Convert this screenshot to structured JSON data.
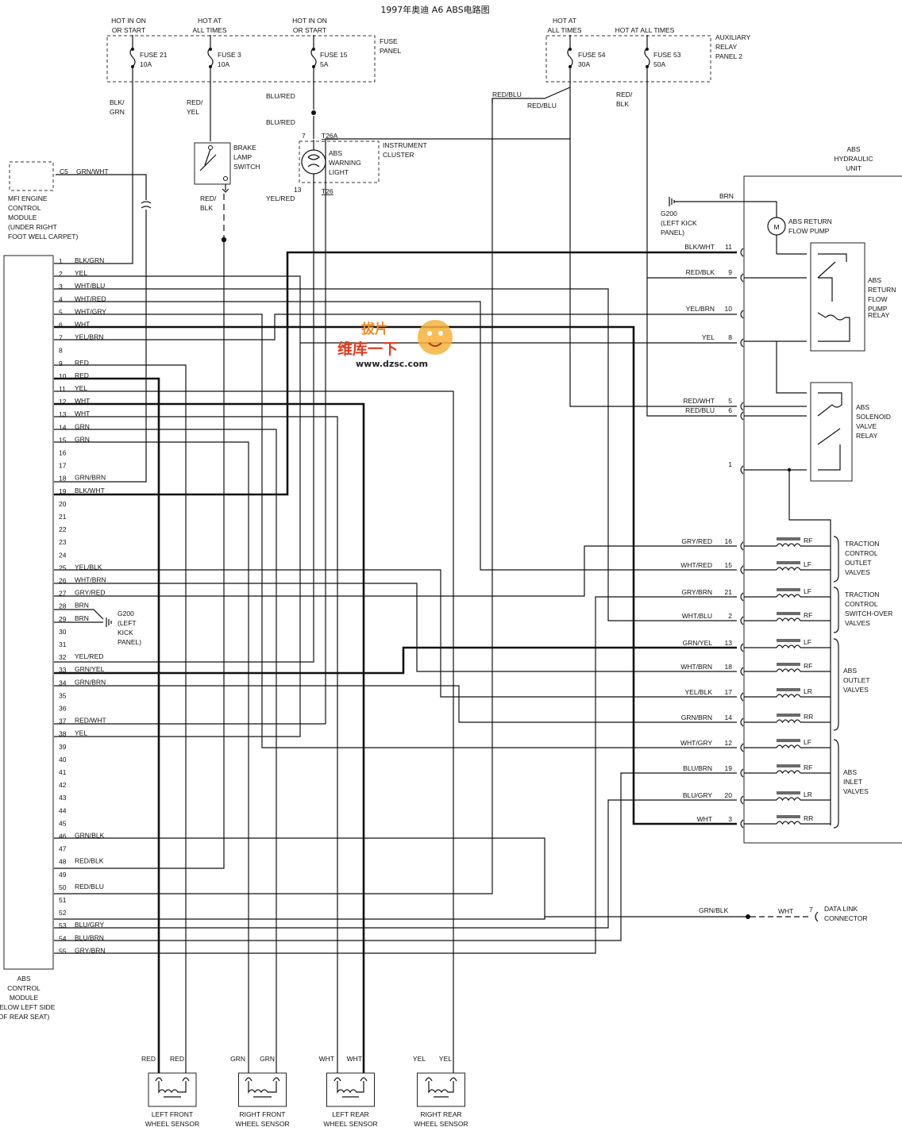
{
  "title": "1997年奥迪  A6  ABS电路图",
  "fuse_panel": {
    "label": [
      "FUSE",
      "PANEL"
    ],
    "fuses": [
      {
        "hot": [
          "HOT IN ON",
          "OR START"
        ],
        "name": "FUSE 21",
        "amps": "10A",
        "wire": [
          "BLK/",
          "GRN"
        ]
      },
      {
        "hot": [
          "HOT AT",
          "ALL TIMES"
        ],
        "name": "FUSE 3",
        "amps": "10A",
        "wire": [
          "RED/",
          "YEL"
        ]
      },
      {
        "hot": [
          "HOT IN ON",
          "OR START"
        ],
        "name": "FUSE 15",
        "amps": "5A",
        "wire": [
          "BLU/RED",
          "BLU/RED"
        ]
      }
    ]
  },
  "aux_panel": {
    "label": [
      "AUXILIARY",
      "RELAY",
      "PANEL 2"
    ],
    "hot1": [
      "HOT AT",
      "ALL TIMES"
    ],
    "hot2": "HOT AT ALL TIMES",
    "fuses": [
      {
        "name": "FUSE 54",
        "amps": "30A"
      },
      {
        "name": "FUSE 53",
        "amps": "50A"
      }
    ],
    "wires": [
      "RED/BLU",
      "RED/BLU",
      "RED/",
      "BLK"
    ]
  },
  "brake_switch": {
    "label": [
      "BRAKE",
      "LAMP",
      "SWITCH"
    ],
    "out_wire": [
      "RED/",
      "BLK"
    ]
  },
  "instrument": {
    "label": [
      "INSTRUMENT",
      "CLUSTER"
    ],
    "connector_top": "T26A",
    "pin_top": "7",
    "connector_bottom": "T26",
    "pin_bottom": "13",
    "light": [
      "ABS",
      "WARNING",
      "LIGHT"
    ],
    "out_wire": "YEL/RED"
  },
  "mfi": {
    "label": [
      "MFI ENGINE",
      "CONTROL",
      "MODULE",
      "(UNDER RIGHT",
      "FOOT WELL CARPET)"
    ],
    "pin": "C5",
    "wire": "GRN/WHT"
  },
  "abs_module": {
    "label": [
      "ABS",
      "CONTROL",
      "MODULE",
      "(BELOW LEFT SIDE",
      "OF REAR SEAT)"
    ],
    "pins": [
      {
        "n": "1",
        "w": "BLK/GRN"
      },
      {
        "n": "2",
        "w": "YEL"
      },
      {
        "n": "3",
        "w": "WHT/BLU"
      },
      {
        "n": "4",
        "w": "WHT/RED"
      },
      {
        "n": "5",
        "w": "WHT/GRY"
      },
      {
        "n": "6",
        "w": "WHT"
      },
      {
        "n": "7",
        "w": "YEL/BRN"
      },
      {
        "n": "8",
        "w": ""
      },
      {
        "n": "9",
        "w": "RED"
      },
      {
        "n": "10",
        "w": "RED"
      },
      {
        "n": "11",
        "w": "YEL"
      },
      {
        "n": "12",
        "w": "WHT"
      },
      {
        "n": "13",
        "w": "WHT"
      },
      {
        "n": "14",
        "w": "GRN"
      },
      {
        "n": "15",
        "w": "GRN"
      },
      {
        "n": "16",
        "w": ""
      },
      {
        "n": "17",
        "w": ""
      },
      {
        "n": "18",
        "w": "GRN/BRN"
      },
      {
        "n": "19",
        "w": "BLK/WHT"
      },
      {
        "n": "20",
        "w": ""
      },
      {
        "n": "21",
        "w": ""
      },
      {
        "n": "22",
        "w": ""
      },
      {
        "n": "23",
        "w": ""
      },
      {
        "n": "24",
        "w": ""
      },
      {
        "n": "25",
        "w": "YEL/BLK"
      },
      {
        "n": "26",
        "w": "WHT/BRN"
      },
      {
        "n": "27",
        "w": "GRY/RED"
      },
      {
        "n": "28",
        "w": "BRN"
      },
      {
        "n": "29",
        "w": "BRN"
      },
      {
        "n": "30",
        "w": ""
      },
      {
        "n": "31",
        "w": ""
      },
      {
        "n": "32",
        "w": "YEL/RED"
      },
      {
        "n": "33",
        "w": "GRN/YEL"
      },
      {
        "n": "34",
        "w": "GRN/BRN"
      },
      {
        "n": "35",
        "w": ""
      },
      {
        "n": "36",
        "w": ""
      },
      {
        "n": "37",
        "w": "RED/WHT"
      },
      {
        "n": "38",
        "w": "YEL"
      },
      {
        "n": "39",
        "w": ""
      },
      {
        "n": "40",
        "w": ""
      },
      {
        "n": "41",
        "w": ""
      },
      {
        "n": "42",
        "w": ""
      },
      {
        "n": "43",
        "w": ""
      },
      {
        "n": "44",
        "w": ""
      },
      {
        "n": "45",
        "w": ""
      },
      {
        "n": "46",
        "w": "GRN/BLK"
      },
      {
        "n": "47",
        "w": ""
      },
      {
        "n": "48",
        "w": "RED/BLK"
      },
      {
        "n": "49",
        "w": ""
      },
      {
        "n": "50",
        "w": "RED/BLU"
      },
      {
        "n": "51",
        "w": ""
      },
      {
        "n": "52",
        "w": ""
      },
      {
        "n": "53",
        "w": "BLU/GRY"
      },
      {
        "n": "54",
        "w": "BLU/BRN"
      },
      {
        "n": "55",
        "w": "GRY/BRN"
      }
    ],
    "ground": [
      "G200",
      "(LEFT",
      "KICK",
      "PANEL)"
    ]
  },
  "hydraulic_unit": {
    "label": [
      "ABS",
      "HYDRAULIC",
      "UNIT"
    ],
    "ground": [
      "G200",
      "(LEFT KICK",
      "PANEL)"
    ],
    "ground_wire": "BRN",
    "pump": "M",
    "pump_label": [
      "ABS RETURN",
      "FLOW PUMP"
    ],
    "return_relay": [
      "ABS",
      "RETURN",
      "FLOW",
      "PUMP",
      "RELAY"
    ],
    "solenoid_relay": [
      "ABS",
      "SOLENOID",
      "VALVE",
      "RELAY"
    ],
    "pins": [
      {
        "w": "BLK/WHT",
        "n": "11"
      },
      {
        "w": "RED/BLK",
        "n": "9"
      },
      {
        "w": "YEL/BRN",
        "n": "10"
      },
      {
        "w": "YEL",
        "n": "8"
      },
      {
        "w": "RED/WHT",
        "n": "5"
      },
      {
        "w": "RED/BLU",
        "n": "6"
      },
      {
        "w": "",
        "n": "1"
      }
    ],
    "valves": [
      {
        "w": "GRY/RED",
        "n": "16",
        "pos": "RF"
      },
      {
        "w": "WHT/RED",
        "n": "15",
        "pos": "LF"
      },
      {
        "w": "GRY/BRN",
        "n": "21",
        "pos": "LF"
      },
      {
        "w": "WHT/BLU",
        "n": "2",
        "pos": "RF"
      },
      {
        "w": "GRN/YEL",
        "n": "13",
        "pos": "LF"
      },
      {
        "w": "WHT/BRN",
        "n": "18",
        "pos": "RF"
      },
      {
        "w": "YEL/BLK",
        "n": "17",
        "pos": "LR"
      },
      {
        "w": "GRN/BRN",
        "n": "14",
        "pos": "RR"
      },
      {
        "w": "WHT/GRY",
        "n": "12",
        "pos": "LF"
      },
      {
        "w": "BLU/BRN",
        "n": "19",
        "pos": "RF"
      },
      {
        "w": "BLU/GRY",
        "n": "20",
        "pos": "LR"
      },
      {
        "w": "WHT",
        "n": "3",
        "pos": "RR"
      }
    ],
    "groups": [
      [
        "TRACTION",
        "CONTROL",
        "OUTLET",
        "VALVES"
      ],
      [
        "TRACTION",
        "CONTROL",
        "SWITCH-OVER",
        "VALVES"
      ],
      [
        "ABS",
        "OUTLET",
        "VALVES"
      ],
      [
        "ABS",
        "INLET",
        "VALVES"
      ]
    ]
  },
  "data_link": {
    "wire1": "GRN/BLK",
    "wire2": "WHT",
    "pin": "7",
    "label": [
      "DATA LINK",
      "CONNECTOR"
    ]
  },
  "sensors": [
    {
      "wires": [
        "RED",
        "RED"
      ],
      "label": [
        "LEFT FRONT",
        "WHEEL SENSOR"
      ]
    },
    {
      "wires": [
        "GRN",
        "GRN"
      ],
      "label": [
        "RIGHT FRONT",
        "WHEEL SENSOR"
      ]
    },
    {
      "wires": [
        "WHT",
        "WHT"
      ],
      "label": [
        "LEFT REAR",
        "WHEEL SENSOR"
      ]
    },
    {
      "wires": [
        "YEL",
        "YEL"
      ],
      "label": [
        "RIGHT REAR",
        "WHEEL SENSOR"
      ]
    }
  ],
  "watermark": {
    "top": "拔片",
    "middle": "维库一下",
    "url": "www.dzsc.com"
  }
}
